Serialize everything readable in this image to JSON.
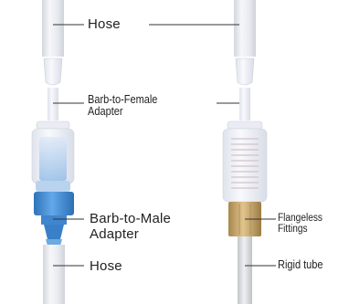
{
  "labels": {
    "hose_top": "Hose",
    "barb_to_female_line1": "Barb-to-Female",
    "barb_to_female_line2": "Adapter",
    "barb_to_male_line1": "Barb-to-Male",
    "barb_to_male_line2": "Adapter",
    "hose_bottom": "Hose",
    "flangeless_line1": "Flangeless",
    "flangeless_line2": "Fittings",
    "rigid_tube": "Rigid tube"
  },
  "colors": {
    "leader_line": "#333333",
    "label_text": "#222222",
    "hose": "#e6e9ee",
    "female_adapter_body": "#eef0f5",
    "male_adapter_body": "#4d96dd",
    "male_adapter_dark": "#2f73b8",
    "flangeless_fitting": "#c7a66a",
    "rigid_tube": "#d9dcdf"
  }
}
